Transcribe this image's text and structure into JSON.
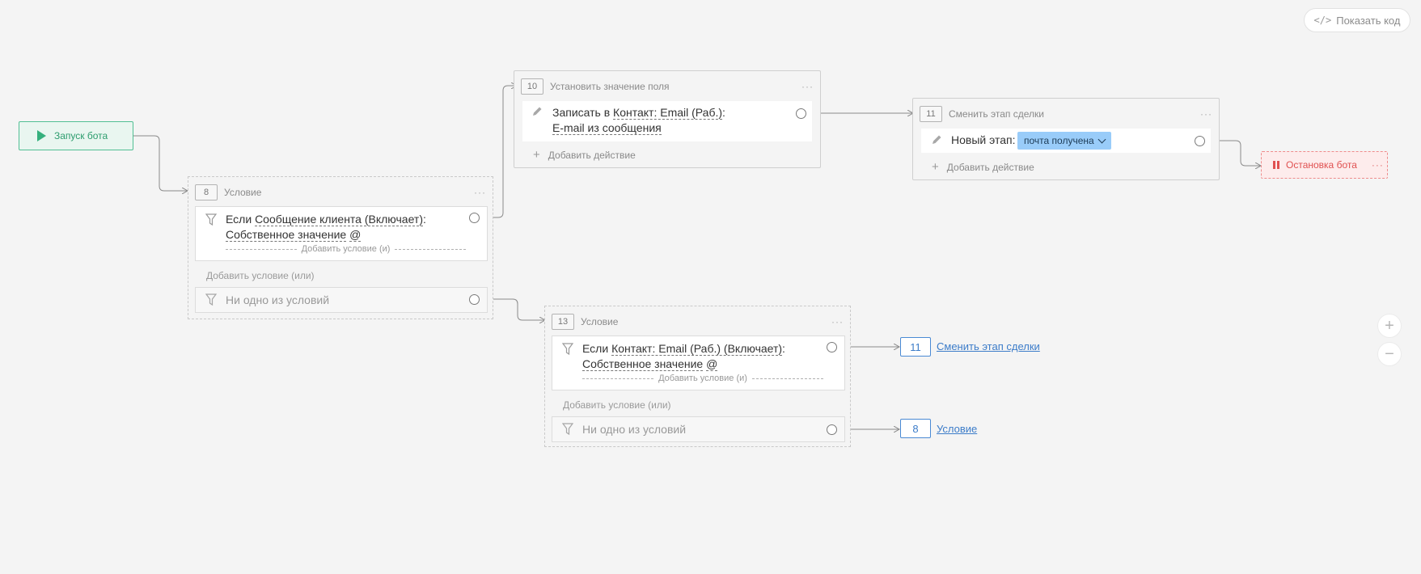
{
  "toolbar": {
    "show_code_label": "Показать код",
    "show_code_icon": "</>"
  },
  "start": {
    "label": "Запуск бота"
  },
  "stop": {
    "label": "Остановка бота",
    "menu": "···"
  },
  "block8": {
    "number": "8",
    "title": "Условие",
    "menu": "···",
    "cond1": {
      "if": "Если",
      "field": "Сообщение клиента (Включает)",
      "colon": ":",
      "value": "Собственное значение",
      "at": "@"
    },
    "add_and": "Добавить условие (и)",
    "add_or": "Добавить условие (или)",
    "none": "Ни одно из условий"
  },
  "block10": {
    "number": "10",
    "title": "Установить значение поля",
    "menu": "···",
    "action": {
      "write_in": "Записать в",
      "field": "Контакт: Email (Раб.)",
      "colon": ":",
      "value": "E-mail из сообщения"
    },
    "add_action": "Добавить действие"
  },
  "block11": {
    "number": "11",
    "title": "Сменить этап сделки",
    "menu": "···",
    "new_stage_label": "Новый этап:",
    "stage_value": "почта получена",
    "add_action": "Добавить действие"
  },
  "block13": {
    "number": "13",
    "title": "Условие",
    "menu": "···",
    "cond1": {
      "if": "Если",
      "field": "Контакт: Email (Раб.) (Включает)",
      "colon": ":",
      "value": "Собственное значение",
      "at": "@"
    },
    "add_and": "Добавить условие (и)",
    "add_or": "Добавить условие (или)",
    "none": "Ни одно из условий"
  },
  "refs": [
    {
      "number": "11",
      "label": "Сменить этап сделки"
    },
    {
      "number": "8",
      "label": "Условие"
    }
  ],
  "zoom": {
    "in": "+",
    "out": "−"
  },
  "colors": {
    "start": "#52bf94",
    "stop": "#ef8c8c",
    "link": "#3c7cc9",
    "stage": "#99ccf9"
  }
}
